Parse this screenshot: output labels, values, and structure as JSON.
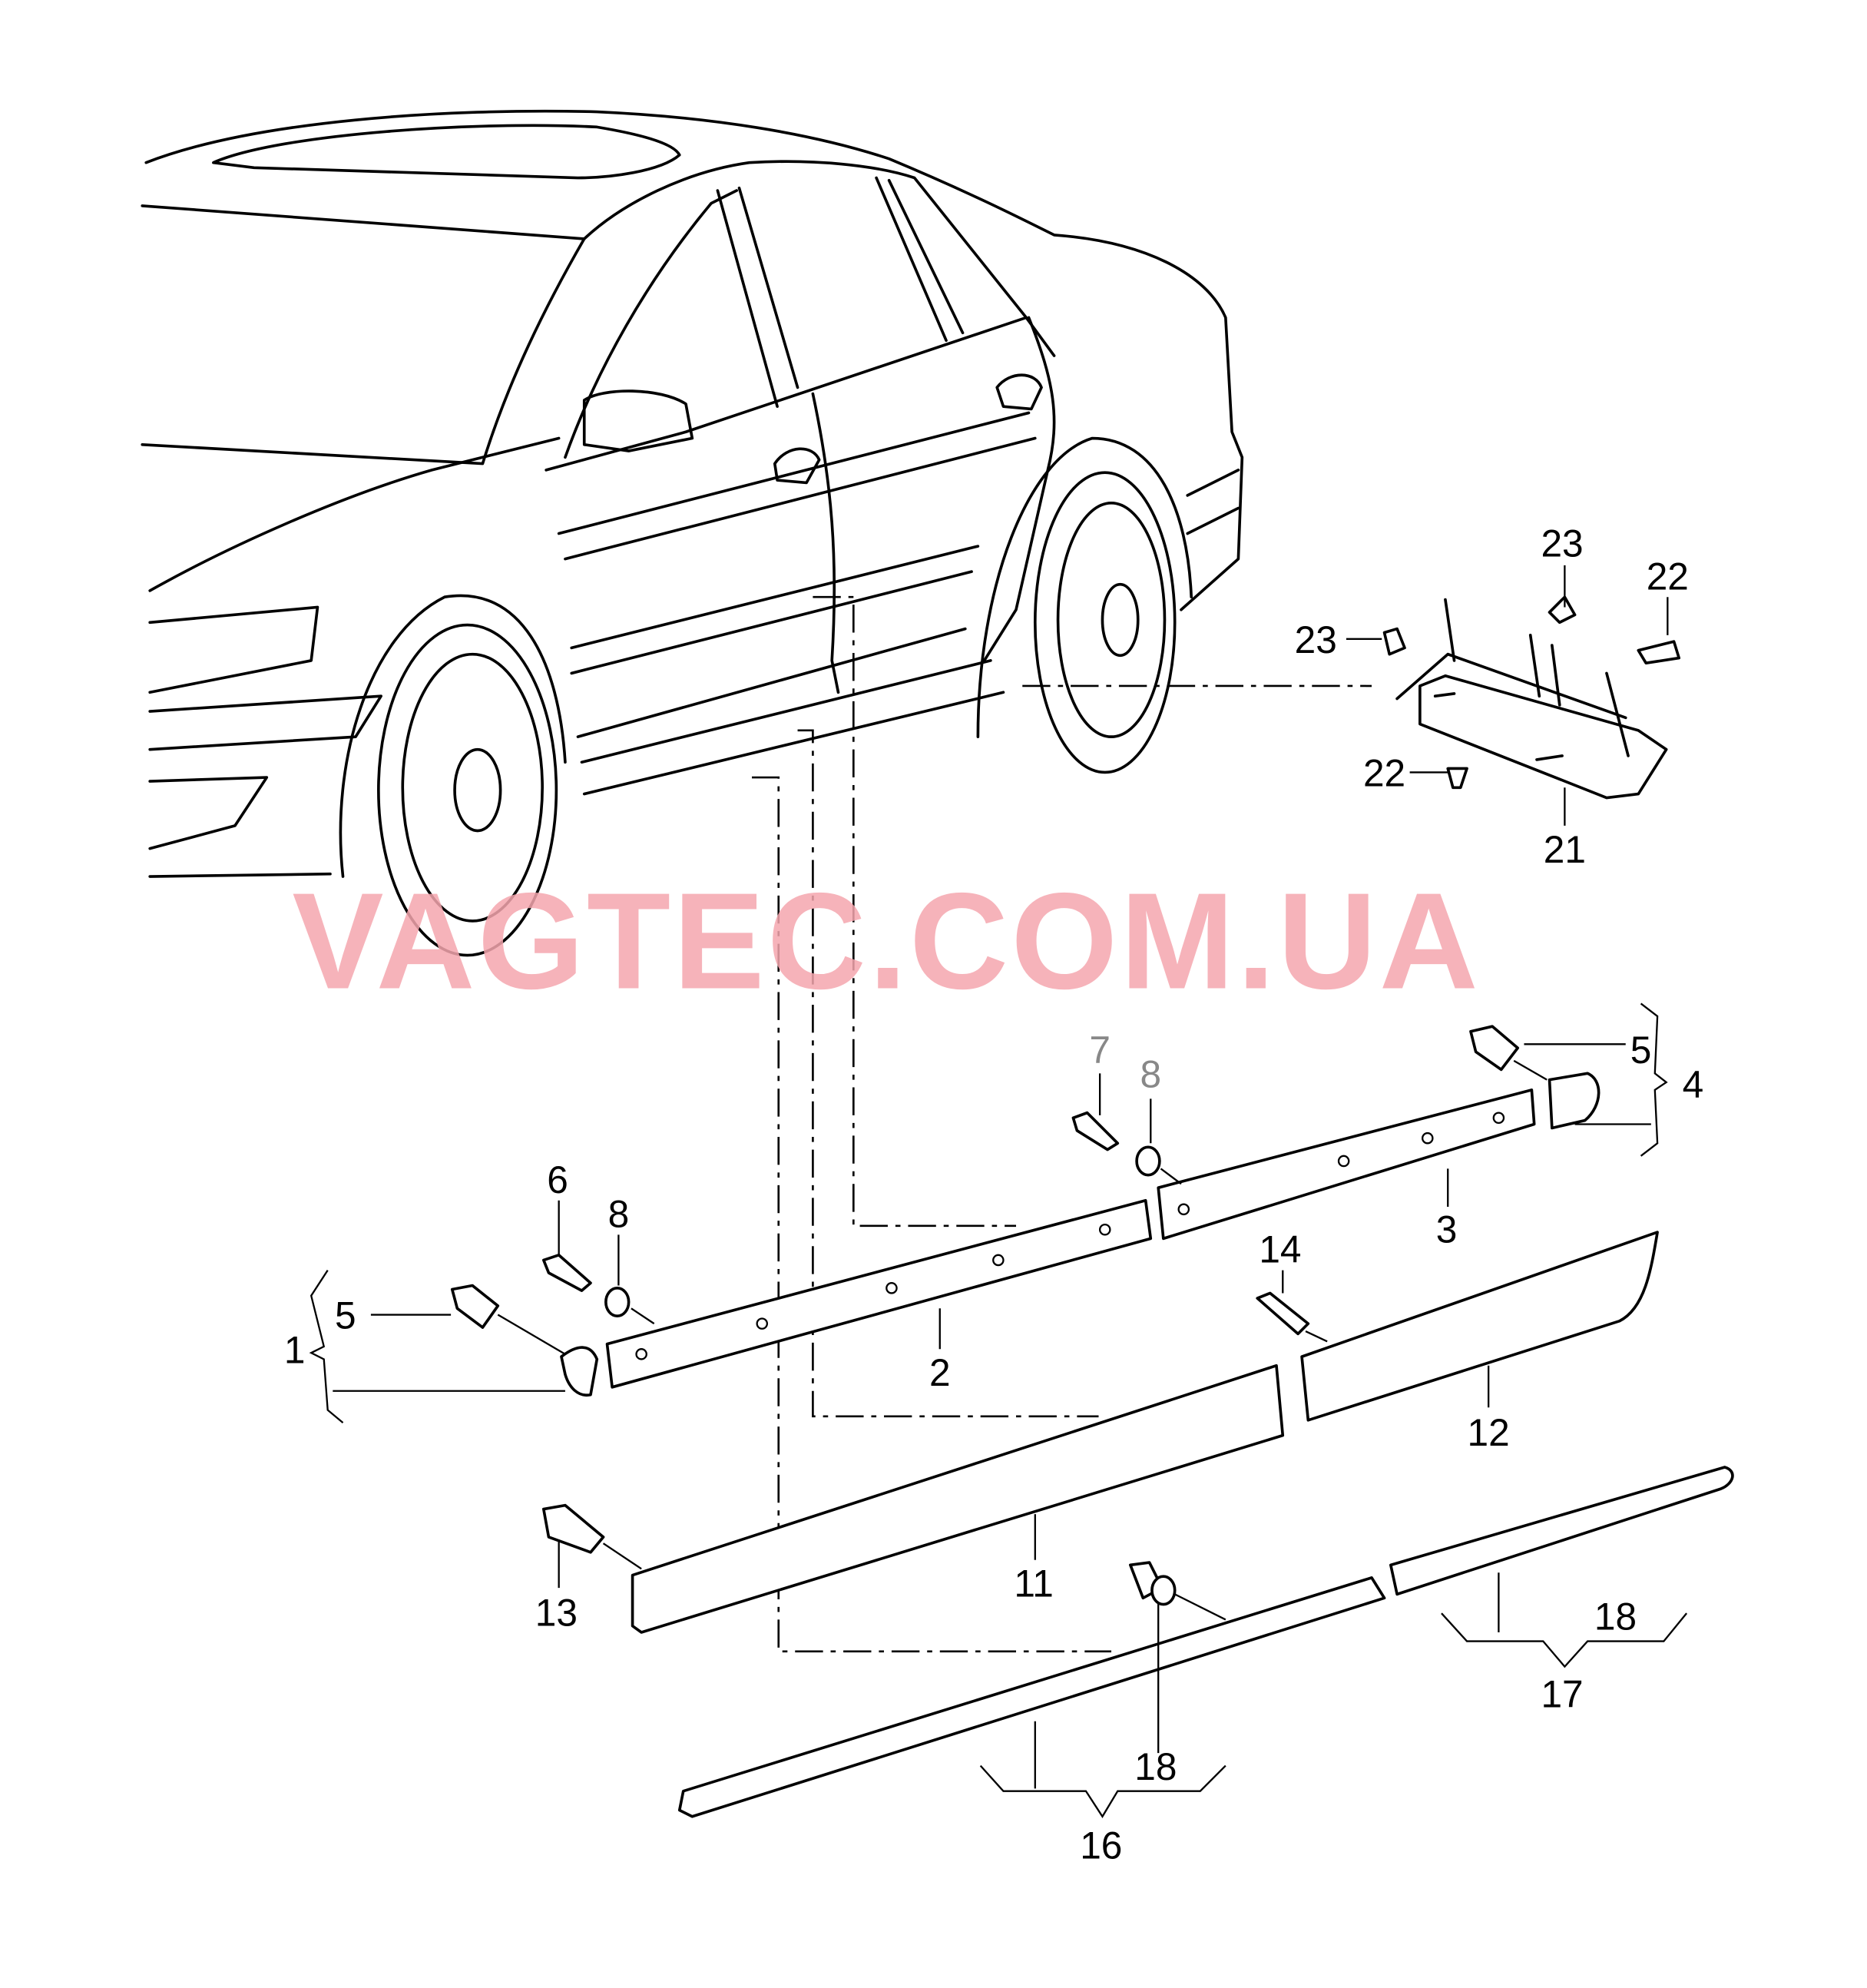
{
  "watermark": "VAGTEC.COM.UA",
  "colors": {
    "watermark": "#f4a6ae",
    "line": "#000000",
    "secondary_label": "#888888"
  },
  "callouts": [
    {
      "id": "c23a",
      "text": "23"
    },
    {
      "id": "c22a",
      "text": "22"
    },
    {
      "id": "c23b",
      "text": "23"
    },
    {
      "id": "c22b",
      "text": "22"
    },
    {
      "id": "c21",
      "text": "21"
    },
    {
      "id": "c7",
      "text": "7"
    },
    {
      "id": "c8a",
      "text": "8"
    },
    {
      "id": "c5a",
      "text": "5"
    },
    {
      "id": "c4",
      "text": "4"
    },
    {
      "id": "c6",
      "text": "6"
    },
    {
      "id": "c8b",
      "text": "8"
    },
    {
      "id": "c3",
      "text": "3"
    },
    {
      "id": "c14",
      "text": "14"
    },
    {
      "id": "c5b",
      "text": "5"
    },
    {
      "id": "c1",
      "text": "1"
    },
    {
      "id": "c2",
      "text": "2"
    },
    {
      "id": "c12",
      "text": "12"
    },
    {
      "id": "c11",
      "text": "11"
    },
    {
      "id": "c13",
      "text": "13"
    },
    {
      "id": "c18a",
      "text": "18"
    },
    {
      "id": "c17",
      "text": "17"
    },
    {
      "id": "c18b",
      "text": "18"
    },
    {
      "id": "c16",
      "text": "16"
    }
  ]
}
